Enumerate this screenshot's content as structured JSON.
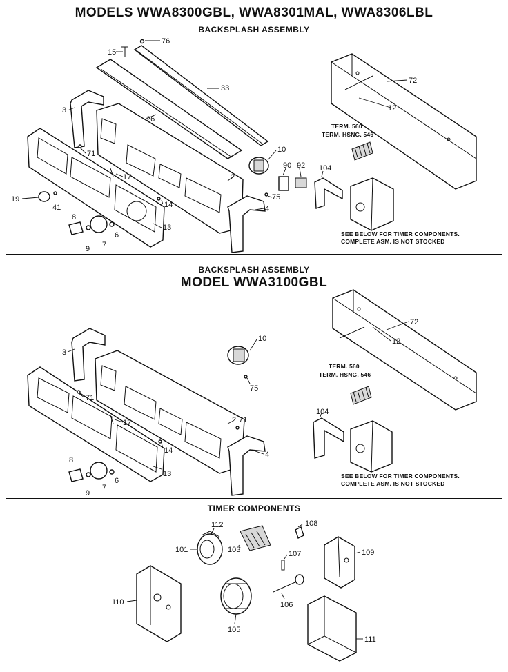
{
  "section1": {
    "title": "MODELS WWA8300GBL, WWA8301MAL, WWA8306LBL",
    "subtitle": "BACKSPLASH ASSEMBLY",
    "term_label_1": "TERM. 560",
    "term_label_2": "TERM. HSNG. 546",
    "note_line_1": "SEE BELOW FOR TIMER COMPONENTS.",
    "note_line_2": "COMPLETE ASM. IS NOT STOCKED",
    "callouts": [
      "76",
      "15",
      "33",
      "72",
      "3",
      "26",
      "12",
      "10",
      "90",
      "92",
      "104",
      "71",
      "17",
      "2",
      "75",
      "19",
      "41",
      "14",
      "4",
      "8",
      "13",
      "9",
      "7",
      "6"
    ]
  },
  "section2": {
    "subtitle": "BACKSPLASH ASSEMBLY",
    "title": "MODEL WWA3100GBL",
    "term_label_1": "TERM. 560",
    "term_label_2": "TERM. HSNG. 546",
    "note_line_1": "SEE BELOW FOR TIMER COMPONENTS.",
    "note_line_2": "COMPLETE ASM. IS NOT STOCKED",
    "callouts": [
      "72",
      "12",
      "3",
      "10",
      "75",
      "71",
      "2",
      "71",
      "17",
      "104",
      "14",
      "4",
      "8",
      "13",
      "9",
      "7",
      "6"
    ]
  },
  "section3": {
    "title": "TIMER COMPONENTS",
    "callouts": [
      "112",
      "108",
      "101",
      "103",
      "107",
      "109",
      "110",
      "106",
      "105",
      "111"
    ]
  }
}
